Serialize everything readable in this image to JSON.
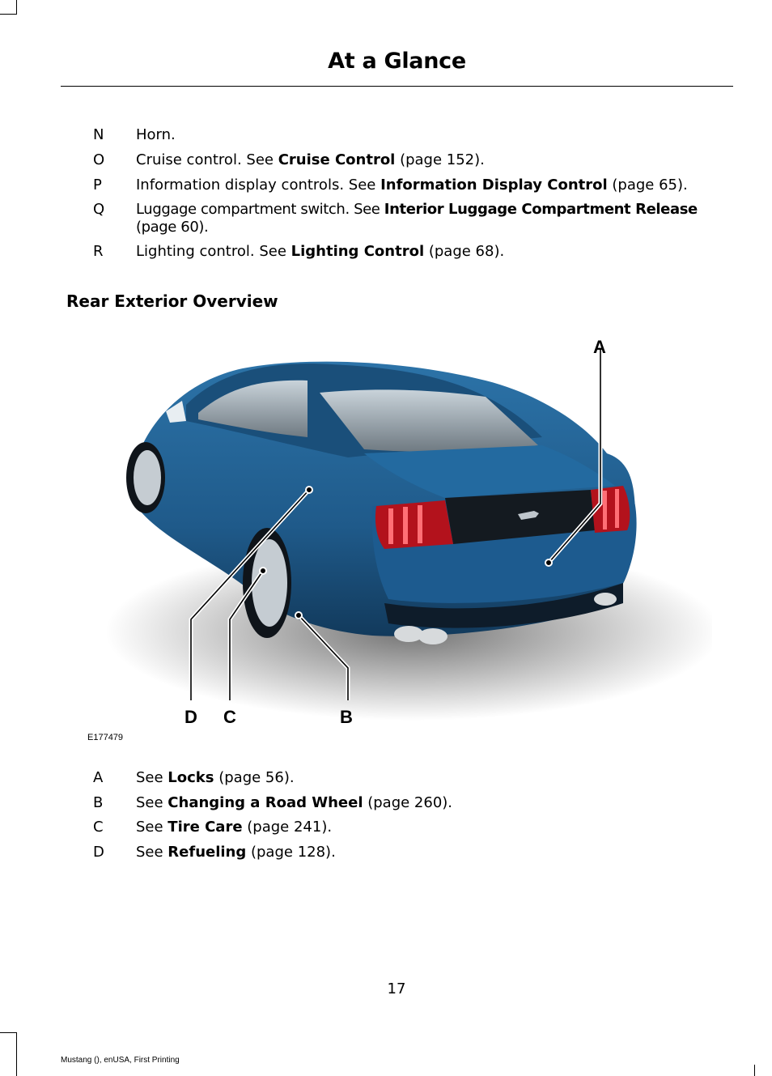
{
  "header": {
    "title": "At a Glance"
  },
  "controls_list": [
    {
      "letter": "N",
      "text": "Horn.",
      "bold": "",
      "suffix": ""
    },
    {
      "letter": "O",
      "text": "Cruise control.  See ",
      "bold": "Cruise Control",
      "suffix": " (page 152)."
    },
    {
      "letter": "P",
      "text": "Information display controls.  See ",
      "bold": "Information Display Control",
      "suffix": " (page 65)."
    },
    {
      "letter": "Q",
      "text": "Luggage compartment switch. See ",
      "bold": "Interior Luggage Compartment Release",
      "suffix": " (page 60)."
    },
    {
      "letter": "R",
      "text": "Lighting control.  See ",
      "bold": "Lighting Control",
      "suffix": " (page 68)."
    }
  ],
  "section": {
    "heading": "Rear Exterior Overview"
  },
  "figure": {
    "code": "E177479",
    "callouts": {
      "a": "A",
      "b": "B",
      "c": "C",
      "d": "D"
    },
    "car_color": "#1f5a8a"
  },
  "overview_list": [
    {
      "letter": "A",
      "text": "See ",
      "bold": "Locks",
      "suffix": " (page 56)."
    },
    {
      "letter": "B",
      "text": "See ",
      "bold": "Changing a Road Wheel",
      "suffix": " (page 260)."
    },
    {
      "letter": "C",
      "text": "See ",
      "bold": "Tire Care",
      "suffix": " (page 241)."
    },
    {
      "letter": "D",
      "text": "See ",
      "bold": "Refueling",
      "suffix": " (page 128)."
    }
  ],
  "footer": {
    "page_number": "17",
    "edition": "Mustang (), enUSA, First Printing"
  }
}
